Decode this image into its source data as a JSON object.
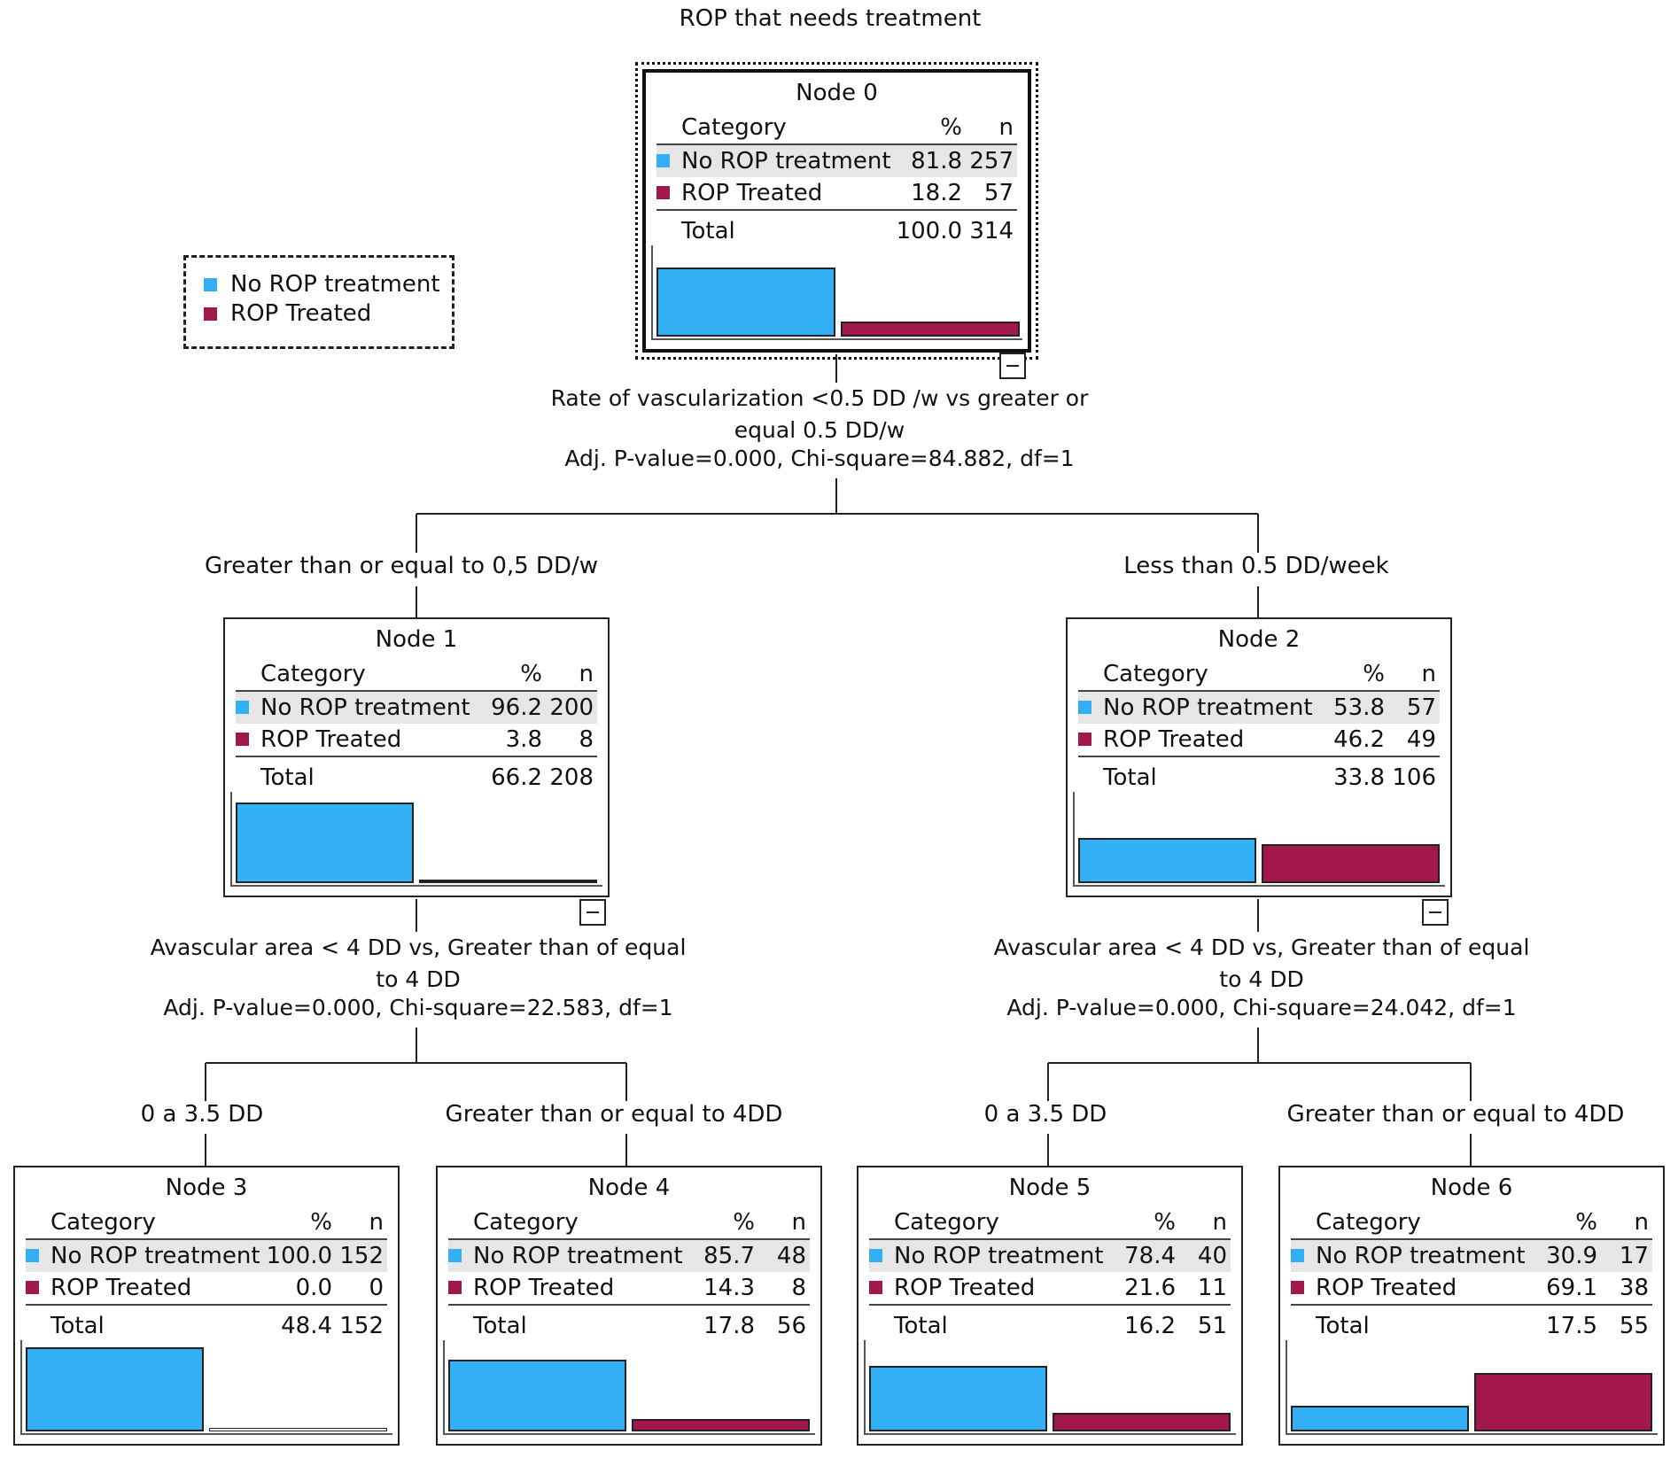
{
  "title": "ROP that needs treatment",
  "colors": {
    "no_treatment": "#33b0f5",
    "treated": "#a3184c"
  },
  "legend": [
    {
      "label": "No ROP treatment",
      "color": "#33b0f5"
    },
    {
      "label": "ROP Treated",
      "color": "#a3184c"
    }
  ],
  "table_headers": {
    "category": "Category",
    "pct": "%",
    "n": "n"
  },
  "total_label": "Total",
  "splits": [
    {
      "line1": "Rate of vascularization <0.5 DD /w vs greater or",
      "line2": "equal 0.5 DD/w",
      "stats": "Adj. P-value=0.000, Chi-square=84.882, df=1"
    },
    {
      "line1": "Avascular area < 4 DD  vs, Greater than of equal",
      "line2": "to 4 DD",
      "stats": "Adj. P-value=0.000, Chi-square=22.583, df=1"
    },
    {
      "line1": "Avascular area < 4 DD  vs, Greater than of equal",
      "line2": "to 4 DD",
      "stats": "Adj. P-value=0.000, Chi-square=24.042, df=1"
    }
  ],
  "branches": [
    "Greater than or equal to  0,5 DD/w",
    "Less than 0.5 DD/week",
    "0 a 3.5 DD",
    "Greater than or equal to 4DD",
    "0 a 3.5 DD",
    "Greater than or equal to 4DD"
  ],
  "nodes": [
    {
      "name": "Node 0",
      "rows": [
        {
          "label": "No ROP treatment",
          "pct": "81.8",
          "n": "257",
          "share": 0.818
        },
        {
          "label": "ROP Treated",
          "pct": "18.2",
          "n": "57",
          "share": 0.182
        }
      ],
      "total_pct": "100.0",
      "total_n": "314"
    },
    {
      "name": "Node 1",
      "rows": [
        {
          "label": "No ROP treatment",
          "pct": "96.2",
          "n": "200",
          "share": 0.962
        },
        {
          "label": "ROP Treated",
          "pct": "3.8",
          "n": "8",
          "share": 0.038
        }
      ],
      "total_pct": "66.2",
      "total_n": "208"
    },
    {
      "name": "Node 2",
      "rows": [
        {
          "label": "No ROP treatment",
          "pct": "53.8",
          "n": "57",
          "share": 0.538
        },
        {
          "label": "ROP Treated",
          "pct": "46.2",
          "n": "49",
          "share": 0.462
        }
      ],
      "total_pct": "33.8",
      "total_n": "106"
    },
    {
      "name": "Node 3",
      "rows": [
        {
          "label": "No ROP treatment",
          "pct": "100.0",
          "n": "152",
          "share": 1.0
        },
        {
          "label": "ROP Treated",
          "pct": "0.0",
          "n": "0",
          "share": 0.0
        }
      ],
      "total_pct": "48.4",
      "total_n": "152"
    },
    {
      "name": "Node 4",
      "rows": [
        {
          "label": "No ROP treatment",
          "pct": "85.7",
          "n": "48",
          "share": 0.857
        },
        {
          "label": "ROP Treated",
          "pct": "14.3",
          "n": "8",
          "share": 0.143
        }
      ],
      "total_pct": "17.8",
      "total_n": "56"
    },
    {
      "name": "Node 5",
      "rows": [
        {
          "label": "No ROP treatment",
          "pct": "78.4",
          "n": "40",
          "share": 0.784
        },
        {
          "label": "ROP Treated",
          "pct": "21.6",
          "n": "11",
          "share": 0.216
        }
      ],
      "total_pct": "16.2",
      "total_n": "51"
    },
    {
      "name": "Node 6",
      "rows": [
        {
          "label": "No ROP treatment",
          "pct": "30.9",
          "n": "17",
          "share": 0.309
        },
        {
          "label": "ROP Treated",
          "pct": "69.1",
          "n": "38",
          "share": 0.691
        }
      ],
      "total_pct": "17.5",
      "total_n": "55"
    }
  ]
}
